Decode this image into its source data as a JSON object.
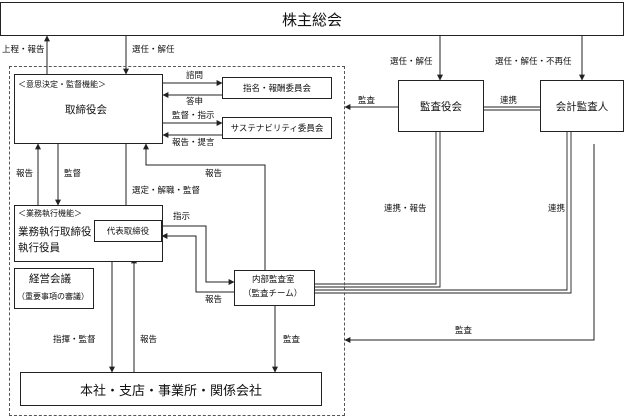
{
  "nodes": {
    "shareholders": "株主総会",
    "board": "取締役会",
    "board_tag": "＜意思決定・監督機能＞",
    "nomination": "指名・報酬委員会",
    "sustainability": "サステナビリティ委員会",
    "auditors": "監査役会",
    "accounting_auditor": "会計監査人",
    "exec_tag": "＜業務執行機能＞",
    "exec_line1": "業務執行取締役",
    "exec_line2": "執行役員",
    "representative": "代表取締役",
    "management_meeting": "経営会議",
    "management_meeting_sub": "（重要事項の審議）",
    "internal_audit_line1": "内部監査室",
    "internal_audit_line2": "（監査チーム）",
    "headquarters": "本社・支店・事業所・関係会社"
  },
  "edges": {
    "up_report": "上程・報告",
    "elect_dismiss_board": "選任・解任",
    "elect_dismiss_auditors": "選任・解任",
    "elect_dismiss_accounting": "選任・解任・不再任",
    "consult": "諮問",
    "reply": "答申",
    "supervise_instruct": "監督・指示",
    "report_propose": "報告・提言",
    "audit_board": "監査",
    "cooperate_top": "連携",
    "report_exec_board": "報告",
    "supervise_board_exec": "監督",
    "elect_dismiss_supervise": "選定・解職・監督",
    "report_ia_board": "報告",
    "instruct": "指示",
    "report_ia_rep": "報告",
    "cooperate_report": "連携・報告",
    "cooperate_right": "連携",
    "audit_bottom": "監査",
    "direct_supervise": "指揮・監督",
    "report_hq": "報告",
    "audit_ia_hq": "監査"
  }
}
